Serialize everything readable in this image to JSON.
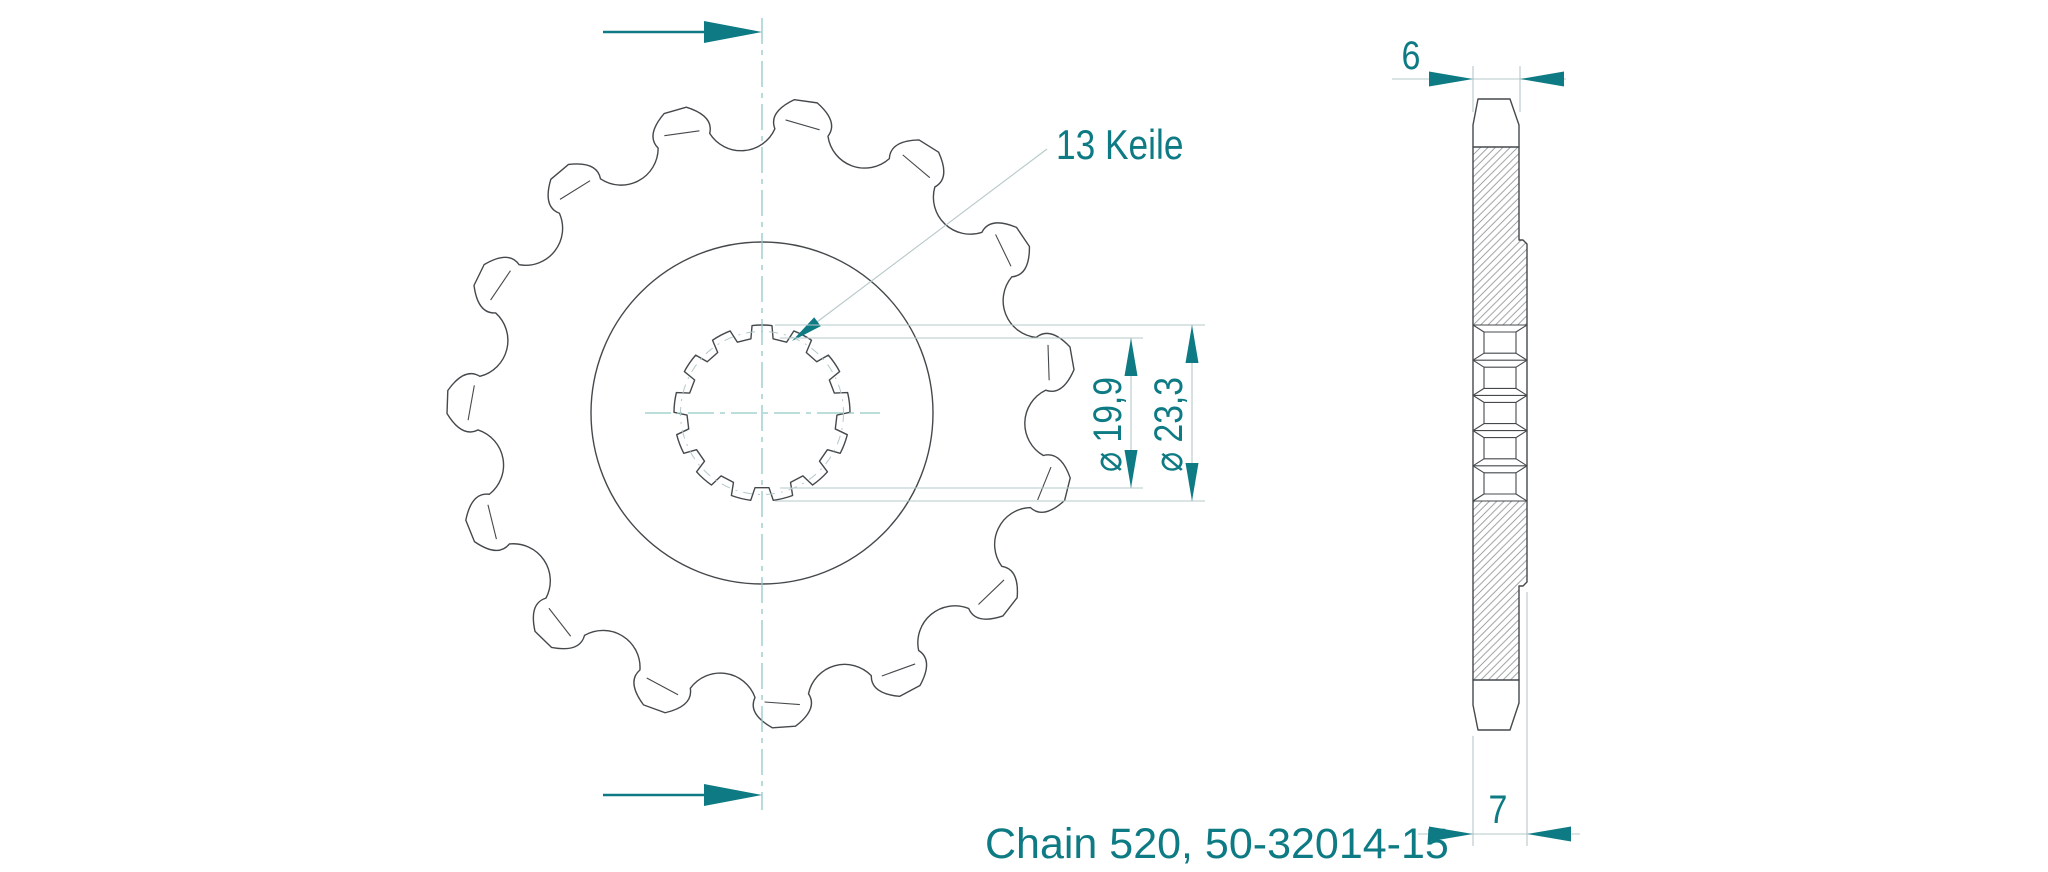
{
  "drawing": {
    "part_label": "Chain 520, 50-32014-15",
    "spline_note": "13 Keile",
    "dims": {
      "spline_inner_diameter": {
        "label": "⌀ 19,9",
        "value": 19.9
      },
      "spline_outer_diameter": {
        "label": "⌀ 23,3",
        "value": 23.3
      },
      "tooth_width": {
        "label": "6",
        "value": 6
      },
      "hub_width": {
        "label": "7",
        "value": 7
      }
    },
    "front_view": {
      "teeth": 15,
      "splines": 13
    },
    "colors": {
      "accent_teal": "#0e7b84",
      "line": "#45494c",
      "centerline": "#93c9c5",
      "aux_line": "#b6c8c8",
      "hatch": "#939898",
      "background": "#ffffff"
    }
  }
}
